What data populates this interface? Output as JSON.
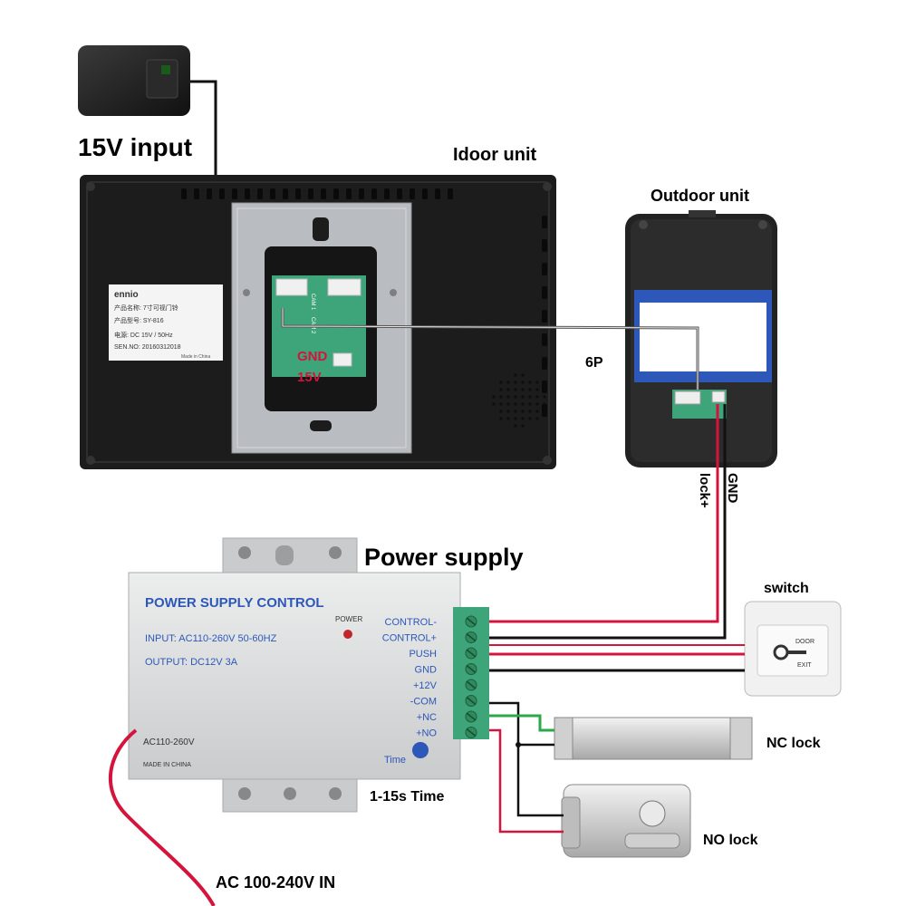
{
  "labels": {
    "input_15v": "15V input",
    "indoor_unit": "Idoor unit",
    "outdoor_unit": "Outdoor unit",
    "six_p": "6P",
    "gnd_indoor": "GND",
    "v15_indoor": "15V",
    "lock_plus": "lock+",
    "gnd_outdoor": "GND",
    "power_supply": "Power supply",
    "switch": "switch",
    "nc_lock": "NC lock",
    "no_lock": "NO lock",
    "time_range": "1-15s Time",
    "ac_in": "AC 100-240V IN"
  },
  "indoor_sticker": {
    "brand": "ennio",
    "line1": "产品名称: 7寸可视门铃",
    "line2": "产品型号: SY-816",
    "line3": "电源:      DC 15V / 50Hz",
    "line4": "SEN.NO: 20160312018",
    "made": "Made in China"
  },
  "connectors": {
    "cam1": "CAM 1",
    "cam2": "CAM 2"
  },
  "power_box": {
    "title": "POWER SUPPLY CONTROL",
    "input": "INPUT: AC110-260V 50-60HZ",
    "output": "OUTPUT: DC12V  3A",
    "power_led": "POWER",
    "ac_label": "AC110-260V",
    "made": "MADE IN CHINA",
    "time": "Time"
  },
  "terminals": [
    "CONTROL-",
    "CONTROL+",
    "PUSH",
    "GND",
    "+12V",
    "-COM",
    "+NC",
    "+NO"
  ],
  "switch_plate": {
    "door": "DOOR",
    "exit": "EXIT"
  },
  "colors": {
    "wire_red": "#d4143c",
    "wire_black": "#111111",
    "wire_green": "#2aa84a",
    "wire_gray": "#555555",
    "indoor_body": "#1c1c1c",
    "bracket": "#b9bcc0",
    "power_box": "#d8dadb",
    "outdoor_blue": "#2d57b8"
  }
}
